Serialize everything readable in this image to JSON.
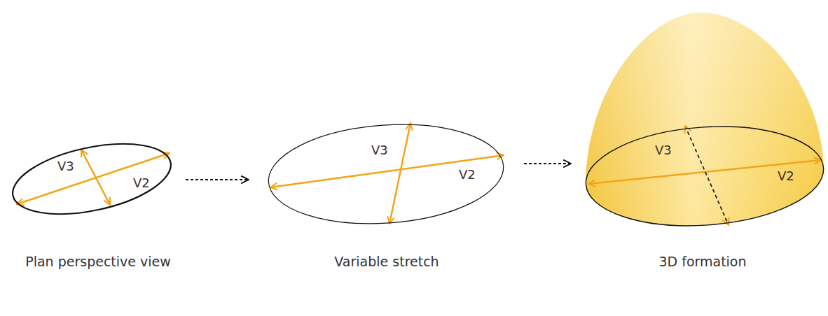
{
  "diagram": {
    "nodes": [
      {
        "text": [
          "V3",
          "V2"
        ]
      },
      {
        "text": [
          "V3",
          "V2"
        ]
      },
      {
        "text": [
          "V3",
          "V2"
        ]
      }
    ],
    "edges": [
      {
        "from": 0,
        "to": 1,
        "arrow": "to"
      },
      {
        "from": 1,
        "to": 2,
        "arrow": "to"
      }
    ],
    "labels": [
      "Plan perspective view",
      "Variable stretch",
      "3D formation"
    ]
  }
}
